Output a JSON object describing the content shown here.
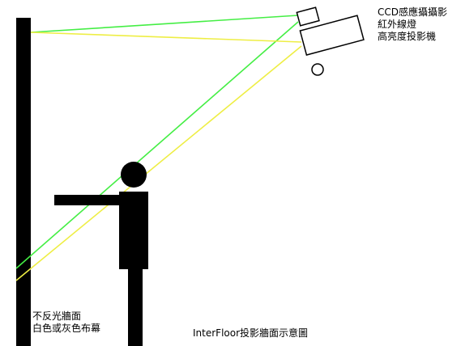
{
  "equipment_labels": [
    "CCD感應攝攝影",
    "紅外線燈",
    "高亮度投影機"
  ],
  "wall_labels": [
    "不反光牆面",
    "白色或灰色布幕"
  ],
  "caption": "InterFloor投影牆面示意圖",
  "colors": {
    "green_ray": "#44ee44",
    "yellow_ray": "#eeee44",
    "wall": "#000000",
    "person": "#000000"
  }
}
